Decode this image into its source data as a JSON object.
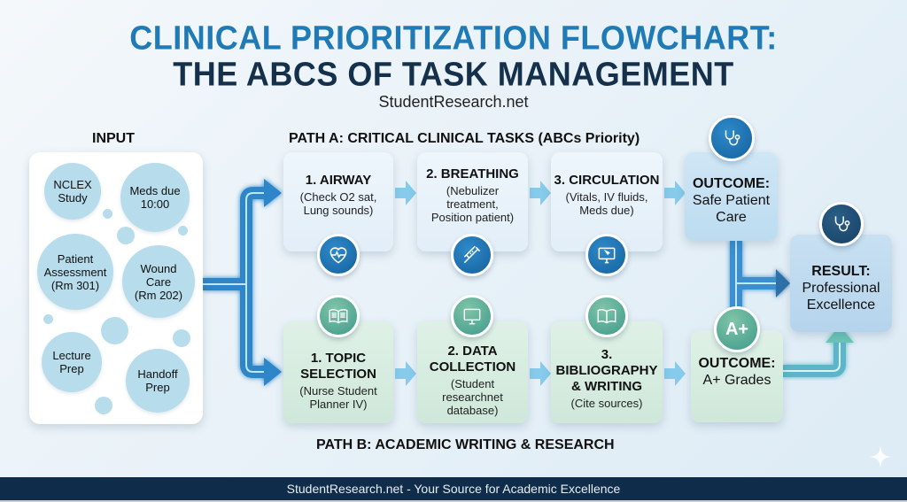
{
  "header": {
    "title_line1": "CLINICAL PRIORITIZATION FLOWCHART:",
    "title_line2": "THE ABCS OF TASK MANAGEMENT",
    "subtitle": "StudentResearch.net"
  },
  "input": {
    "label": "INPUT",
    "items": [
      {
        "lines": [
          "NCLEX",
          "Study"
        ]
      },
      {
        "lines": [
          "Meds due",
          "10:00"
        ]
      },
      {
        "lines": [
          "Patient",
          "Assessment",
          "(Rm 301)"
        ]
      },
      {
        "lines": [
          "Wound",
          "Care",
          "(Rm 202)"
        ]
      },
      {
        "lines": [
          "Lecture",
          "Prep"
        ]
      },
      {
        "lines": [
          "Handoff",
          "Prep"
        ]
      }
    ]
  },
  "path_a": {
    "label": "PATH A: CRITICAL CLINICAL TASKS (ABCs Priority)",
    "steps": [
      {
        "title": "1. AIRWAY",
        "detail_lines": [
          "(Check O2 sat,",
          "Lung sounds)"
        ],
        "icon": "heart-pulse-icon"
      },
      {
        "title": "2. BREATHING",
        "detail_lines": [
          "(Nebulizer",
          "treatment,",
          "Position patient)"
        ],
        "icon": "syringe-icon"
      },
      {
        "title": "3. CIRCULATION",
        "detail_lines": [
          "(Vitals, IV fluids,",
          "Meds due)"
        ],
        "icon": "monitor-icon"
      }
    ],
    "outcome": {
      "title": "OUTCOME:",
      "lines": [
        "Safe Patient",
        "Care"
      ],
      "icon": "stethoscope-icon"
    }
  },
  "path_b": {
    "label": "PATH B: ACADEMIC WRITING & RESEARCH",
    "steps": [
      {
        "title_lines": [
          "1. TOPIC",
          "SELECTION"
        ],
        "detail_lines": [
          "(Nurse Student",
          "Planner IV)"
        ],
        "icon": "open-book-icon"
      },
      {
        "title_lines": [
          "2. DATA",
          "COLLECTION"
        ],
        "detail_lines": [
          "(Student",
          "researchnet",
          "database)"
        ],
        "icon": "computer-icon"
      },
      {
        "title_lines": [
          "3. BIBLIOGRAPHY",
          "& WRITING"
        ],
        "detail_lines": [
          "(Cite sources)"
        ],
        "icon": "book-icon"
      }
    ],
    "outcome": {
      "title": "OUTCOME:",
      "lines": [
        "A+ Grades"
      ],
      "badge": "A+"
    }
  },
  "result": {
    "title": "RESULT:",
    "lines": [
      "Professional",
      "Excellence"
    ],
    "icon": "stethoscope-icon"
  },
  "footer": {
    "text": "StudentResearch.net - Your Source for Academic Excellence"
  },
  "colors": {
    "title_primary": "#1f7ab5",
    "title_secondary": "#14304a",
    "path_a_card": "#e6f1fa",
    "path_b_card": "#d6ecdf",
    "connector": "#3a8fd0",
    "footer_bg": "#0f2d4a"
  }
}
